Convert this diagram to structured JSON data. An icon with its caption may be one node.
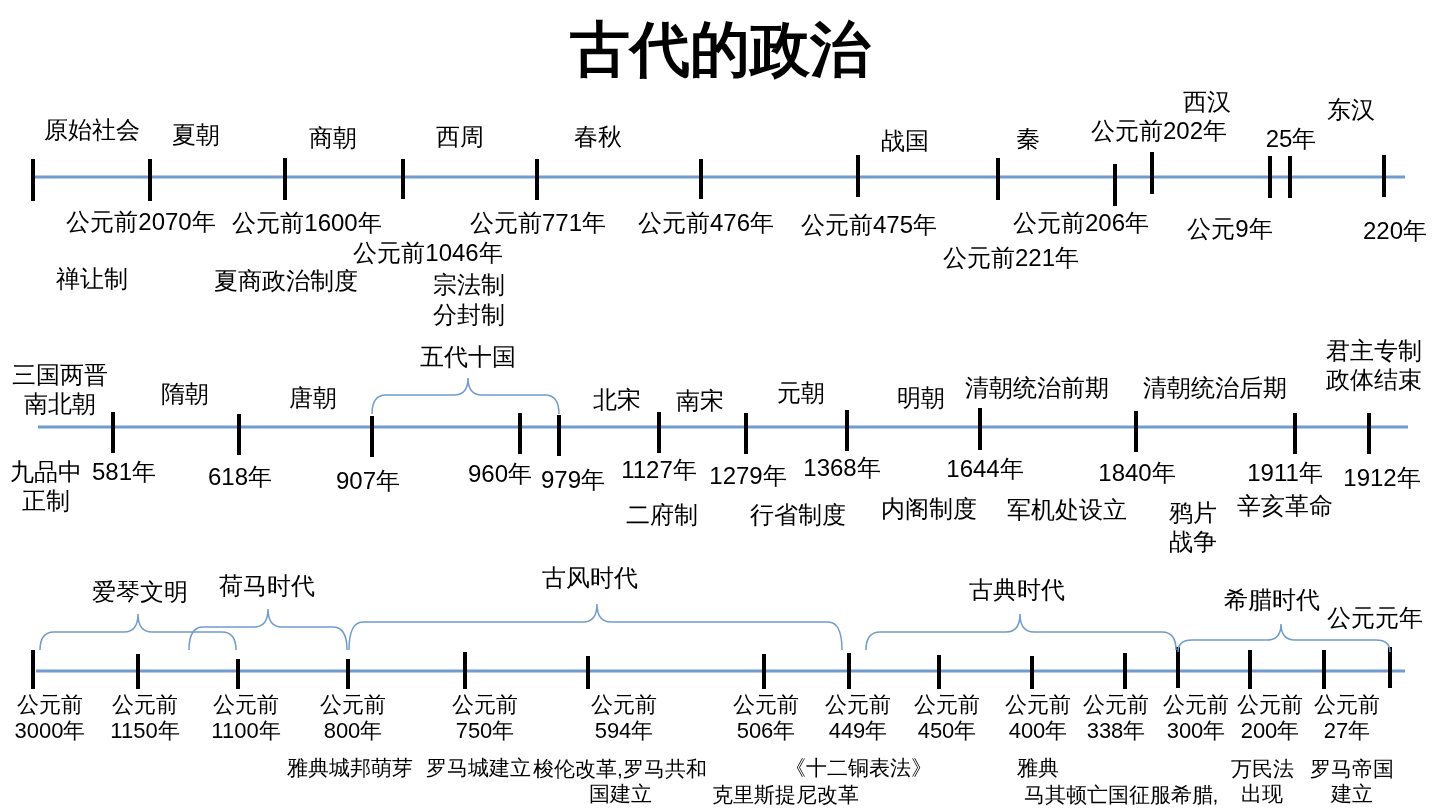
{
  "diagram": {
    "title": "古代的政治",
    "labels": [
      "原始社会",
      "夏朝",
      "商朝",
      "西周",
      "春秋",
      "战国",
      "秦",
      "公元前202年",
      "西汉",
      "25年",
      "东汉",
      "公元前2070年",
      "公元前1600年",
      "公元前1046年",
      "公元前771年",
      "公元前476年",
      "公元前475年",
      "公元前221年",
      "公元前206年",
      "公元9年",
      "220年",
      "禅让制",
      "夏商政治制度",
      "宗法制",
      "分封制",
      "三国两晋南北朝",
      "隋朝",
      "唐朝",
      "五代十国",
      "北宋",
      "南宋",
      "元朝",
      "明朝",
      "清朝统治前期",
      "清朝统治后期",
      "君主专制政体结束",
      "九品中正制",
      "581年",
      "618年",
      "907年",
      "960年",
      "979年",
      "1127年",
      "1279年",
      "1368年",
      "1644年",
      "1840年",
      "1911年",
      "1912年",
      "二府制",
      "行省制度",
      "内阁制度",
      "军机处设立",
      "鸦片战争",
      "辛亥革命",
      "爱琴文明",
      "荷马时代",
      "古风时代",
      "古典时代",
      "希腊时代",
      "公元元年",
      "公元前3000年",
      "公元前1150年",
      "公元前1100年",
      "公元前800年",
      "公元前750年",
      "公元前594年",
      "公元前506年",
      "公元前449年",
      "公元前450年",
      "公元前400年",
      "公元前338年",
      "公元前300年",
      "公元前200年",
      "公元前27年",
      "雅典城邦萌芽",
      "罗马城建立",
      "梭伦改革,罗马共和国建立",
      "克里斯提尼改革",
      "《十二铜表法》",
      "雅典",
      "马其顿亡国征服希腊,",
      "万民法出现",
      "罗马帝国建立"
    ]
  }
}
